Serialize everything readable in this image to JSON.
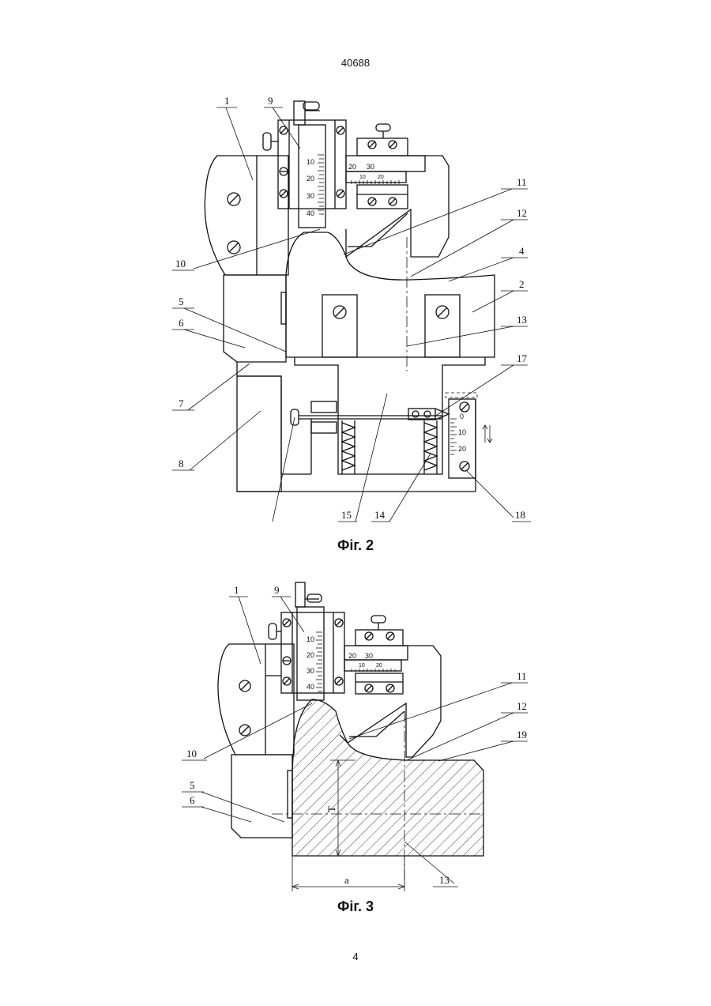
{
  "header": {
    "patent_number": "40688"
  },
  "footer": {
    "page_number": "4"
  },
  "figures": [
    {
      "caption": "Фіг. 2",
      "labels": [
        "1",
        "9",
        "11",
        "12",
        "4",
        "2",
        "5",
        "6",
        "13",
        "7",
        "17",
        "8",
        "10",
        "15",
        "14",
        "18"
      ],
      "scale_vertical": [
        "10",
        "20",
        "30",
        "40"
      ],
      "scale_horizontal": [
        "20",
        "30"
      ],
      "scale_horizontal_small": [
        "10",
        "20"
      ],
      "scale_right": [
        "0",
        "10",
        "20"
      ]
    },
    {
      "caption": "Фіг. 3",
      "labels": [
        "1",
        "9",
        "11",
        "12",
        "19",
        "10",
        "5",
        "6",
        "13"
      ],
      "scale_vertical": [
        "10",
        "20",
        "30",
        "40"
      ],
      "scale_horizontal": [
        "20",
        "30"
      ],
      "scale_horizontal_small": [
        "10",
        "20"
      ],
      "dimension_labels": [
        "T",
        "a"
      ]
    }
  ]
}
